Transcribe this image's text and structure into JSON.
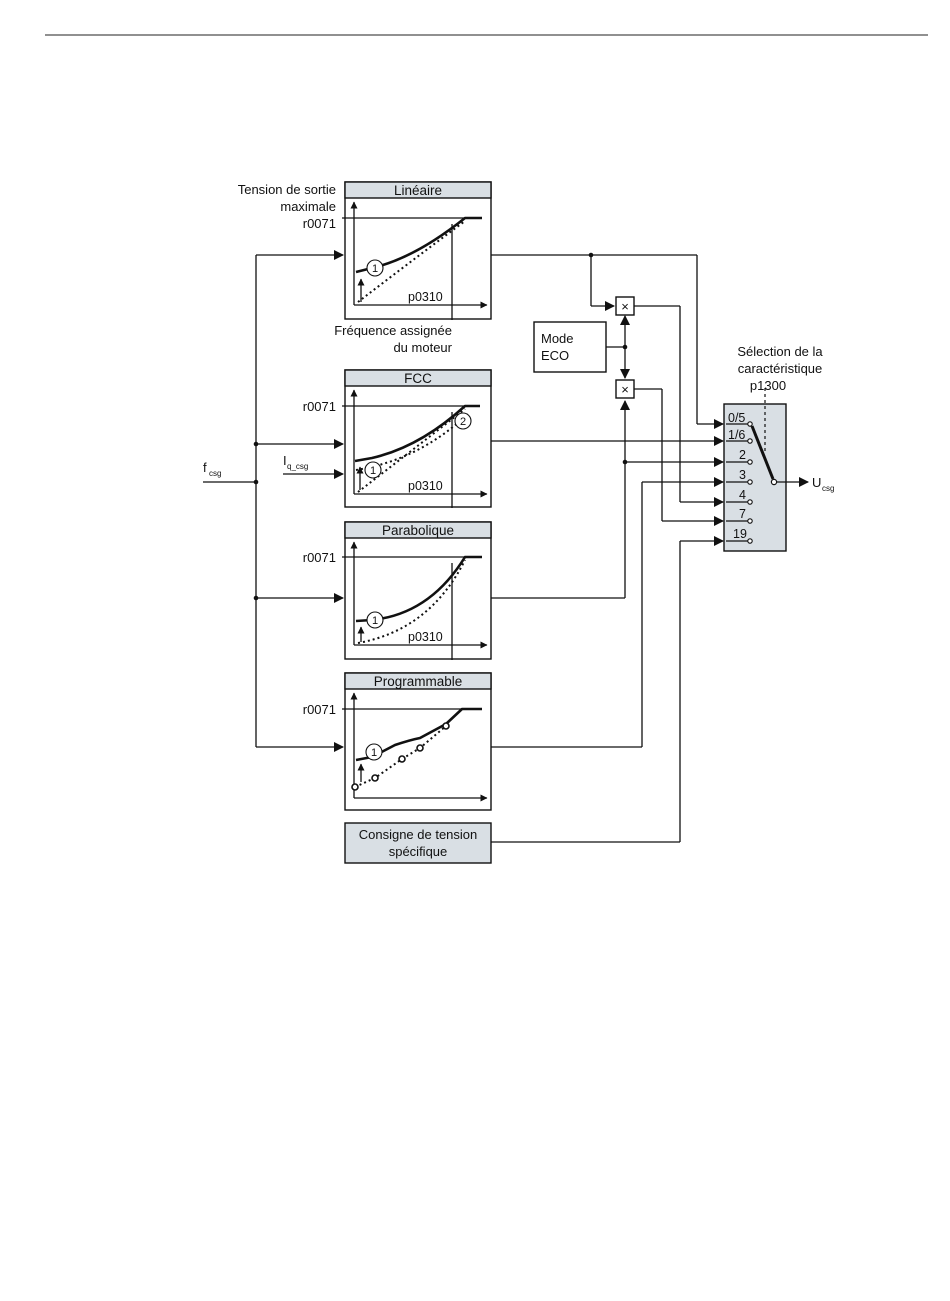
{
  "blocks": {
    "lineaire": {
      "title": "Linéaire",
      "r": "r0071",
      "p": "p0310",
      "marker": "1"
    },
    "fcc": {
      "title": "FCC",
      "r": "r0071",
      "p": "p0310",
      "marker1": "1",
      "marker2": "2"
    },
    "parabolique": {
      "title": "Parabolique",
      "r": "r0071",
      "p": "p0310",
      "marker": "1"
    },
    "programmable": {
      "title": "Programmable",
      "r": "r0071",
      "marker": "1"
    },
    "consigne": {
      "line1": "Consigne de tension",
      "line2": "spécifique"
    }
  },
  "labels": {
    "tension_1": "Tension de sortie",
    "tension_2": "maximale",
    "tension_3": "r0071",
    "freq_1": "Fréquence assignée",
    "freq_2": "du moteur",
    "f_main": "f",
    "f_sub": "csg",
    "i_main": "I",
    "i_sub": "q_csg",
    "u_main": "U",
    "u_sub": "csg",
    "mode_1": "Mode",
    "mode_2": "ECO",
    "multiply_symbol": "×",
    "sel_1": "Sélection de la",
    "sel_2": "caractéristique",
    "sel_3": "p1300"
  },
  "selector_inputs": [
    "0/5",
    "1/6",
    "2",
    "3",
    "4",
    "7",
    "19"
  ]
}
